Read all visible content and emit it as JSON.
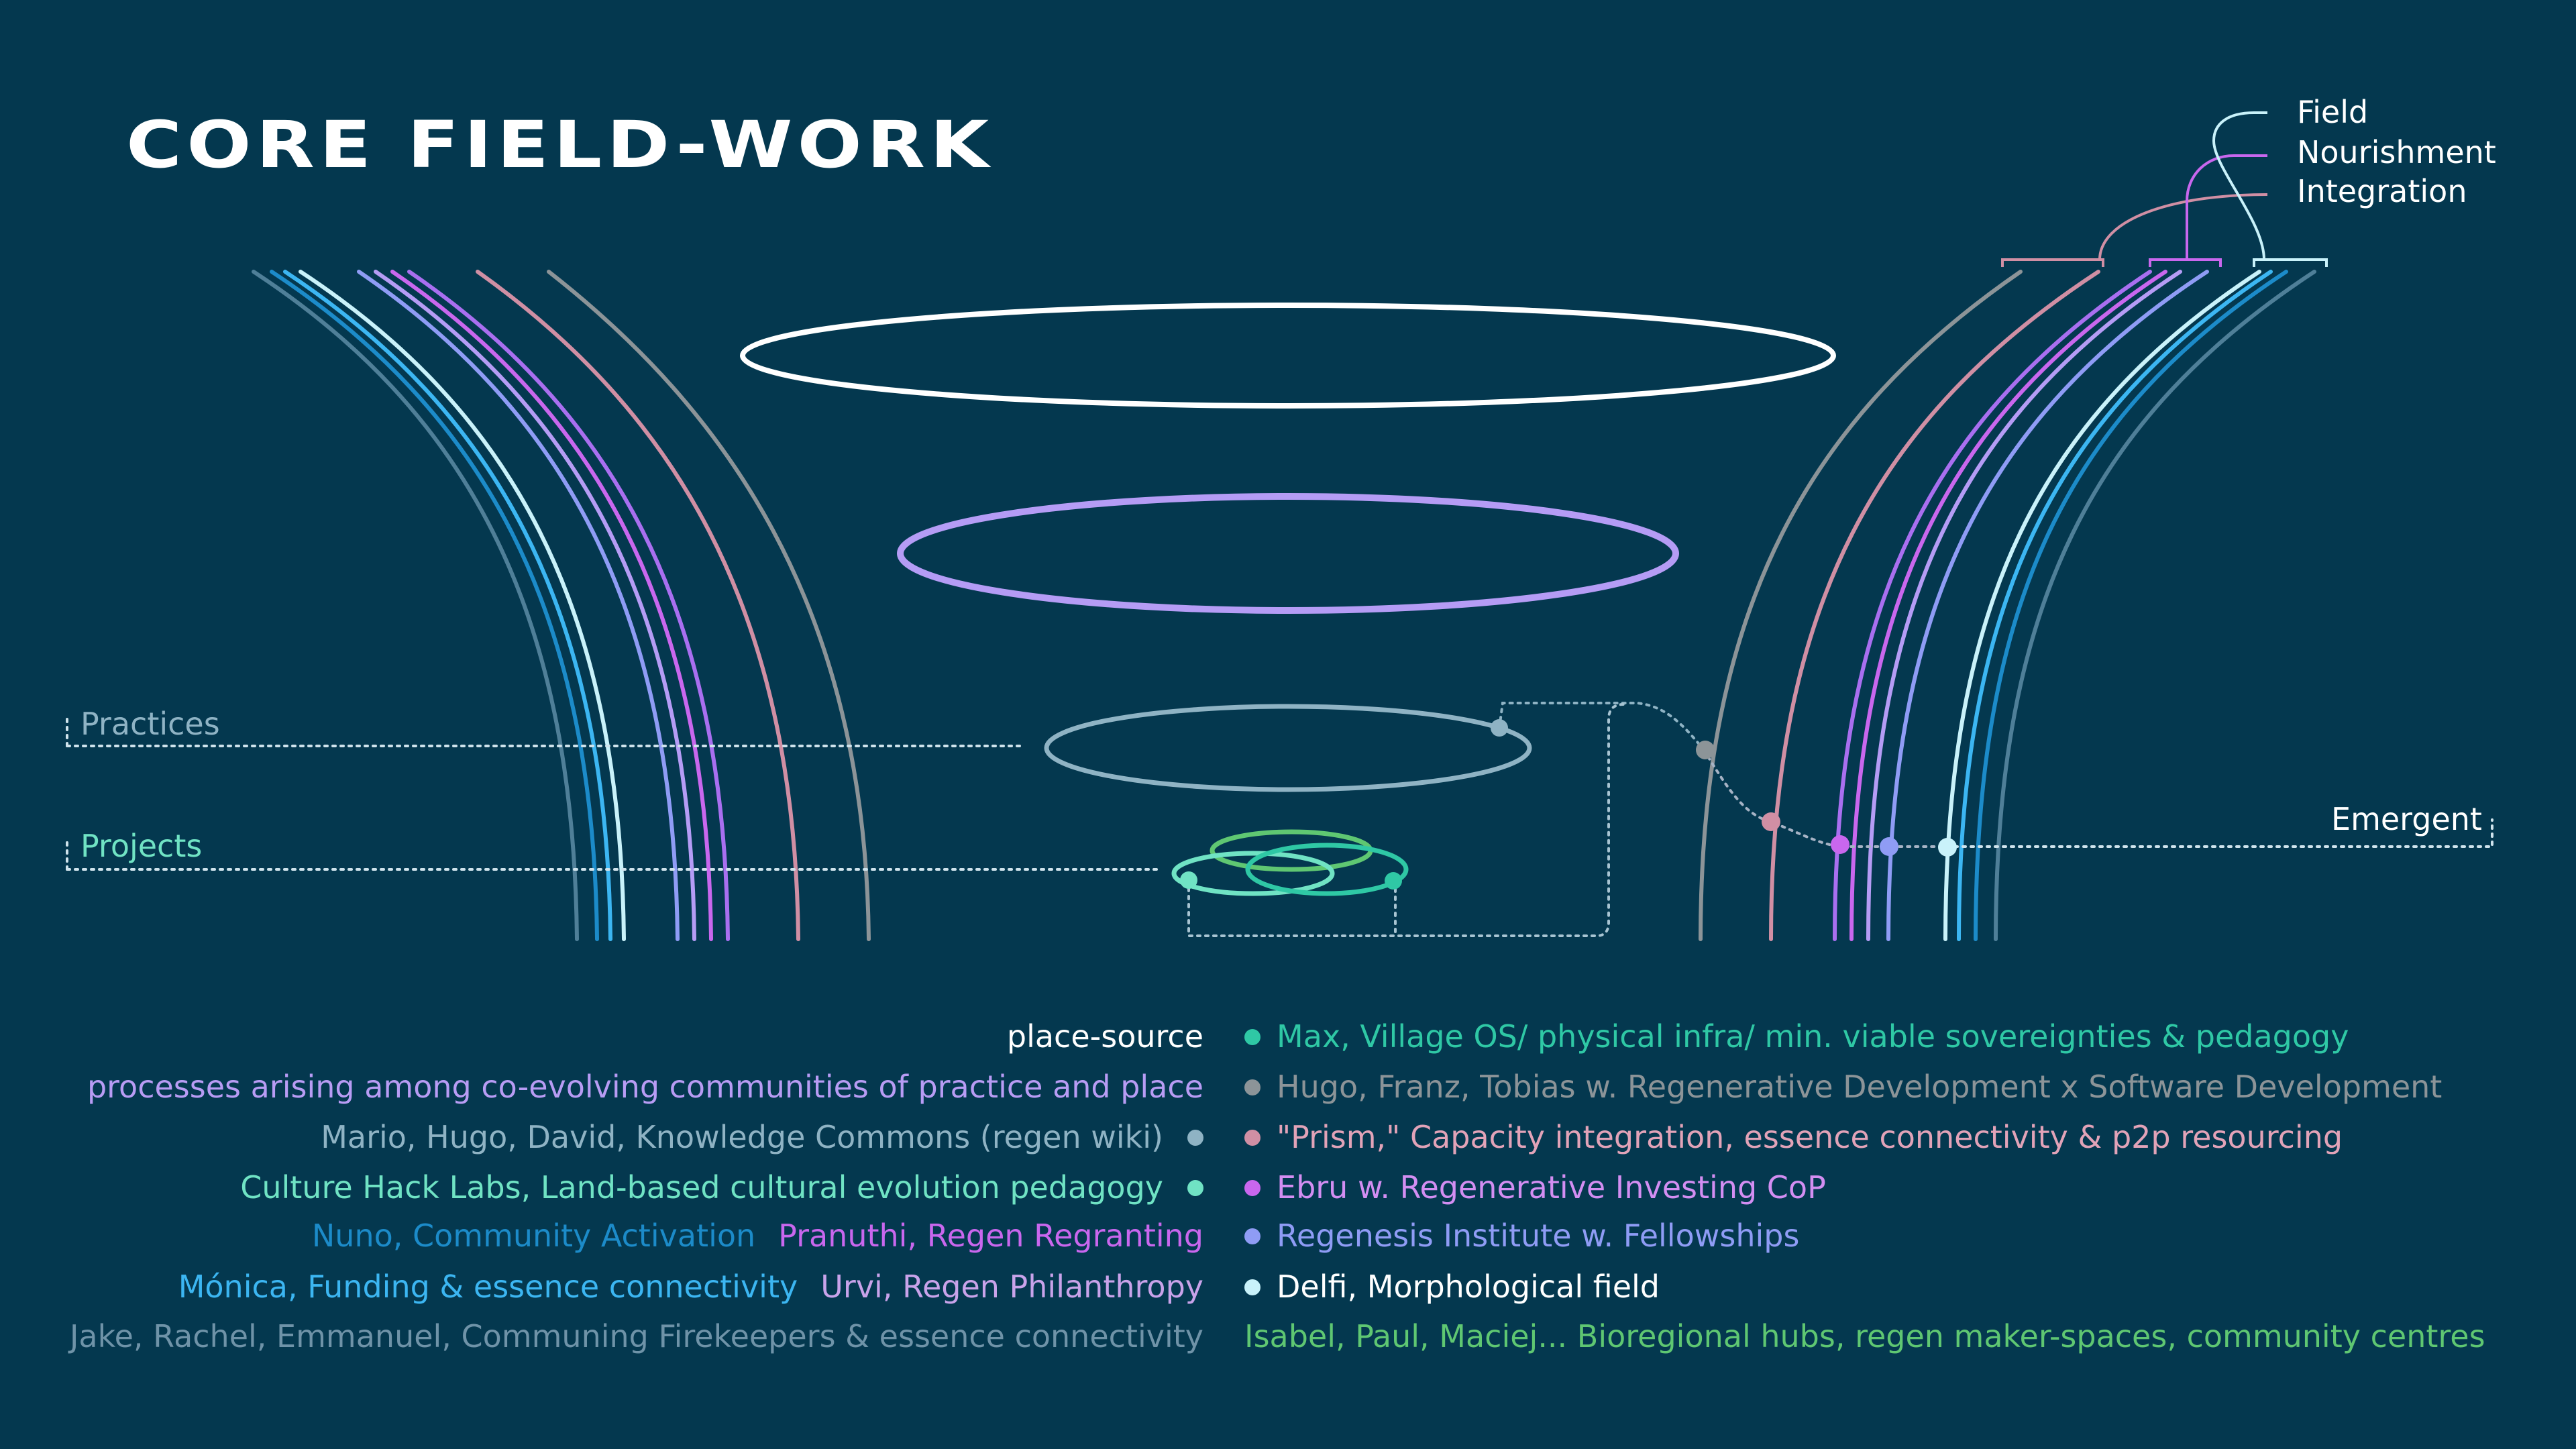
{
  "title": "CORE FIELD-WORK",
  "colors": {
    "background": "#04384f",
    "field_white": "#ffffff",
    "nourishment_purple": "#b59cf5",
    "practices_gray": "#8fb3c4",
    "projects_green": "#4cc48a",
    "teal": "#2fc8a5",
    "gray": "#8c9498",
    "rose": "#d08fa4",
    "magenta": "#c967ee",
    "periwinkle": "#8f9cf5",
    "ice": "#c9f2fa",
    "blue": "#1c8bc9",
    "sky": "#3cb6f2",
    "steel": "#6f93a8",
    "lavender": "#b89cf4",
    "mint": "#70e3c4",
    "green": "#5fc772"
  },
  "key": {
    "field": "Field",
    "nourishment": "Nourishment",
    "integration": "Integration"
  },
  "side_labels": {
    "practices": "Practices",
    "projects": "Projects",
    "emergent": "Emergent"
  },
  "legend_left": [
    {
      "segments": [
        {
          "text": "place-source",
          "color": "#ffffff"
        }
      ],
      "dot": null
    },
    {
      "segments": [
        {
          "text": "processes arising among co-evolving communities of practice and place",
          "color": "#b89cf4"
        }
      ],
      "dot": null
    },
    {
      "segments": [
        {
          "text": "Mario, Hugo, David, Knowledge Commons (regen wiki)",
          "color": "#8fb3c4"
        }
      ],
      "dot": "#8fb3c4"
    },
    {
      "segments": [
        {
          "text": "Culture Hack Labs, Land-based cultural evolution pedagogy",
          "color": "#70e3c4"
        }
      ],
      "dot": "#70e3c4"
    },
    {
      "segments": [
        {
          "text": "Nuno, Community Activation",
          "color": "#1c8bc9"
        },
        {
          "text": "Pranuthi, Regen Regranting",
          "color": "#c967ee"
        }
      ],
      "dot": null
    },
    {
      "segments": [
        {
          "text": "Mónica, Funding & essence connectivity",
          "color": "#3cb6f2"
        },
        {
          "text": "Urvi, Regen Philanthropy",
          "color": "#c9a3ea"
        }
      ],
      "dot": null
    },
    {
      "segments": [
        {
          "text": "Jake, Rachel, Emmanuel, Communing Firekeepers & essence connectivity",
          "color": "#6f93a8"
        }
      ],
      "dot": null
    }
  ],
  "legend_right": [
    {
      "text": "Max, Village OS/ physical infra/ min. viable sovereignties & pedagogy",
      "color": "#2fc8a5",
      "dot": "#2fc8a5"
    },
    {
      "text": "Hugo, Franz, Tobias w. Regenerative Development x Software Development",
      "color": "#8c9498",
      "dot": "#8c9498"
    },
    {
      "text": "\"Prism,\" Capacity integration, essence connectivity & p2p resourcing",
      "color": "#e2a3b8",
      "dot": "#d08fa4"
    },
    {
      "text": "Ebru w. Regenerative Investing CoP",
      "color": "#d38ef2",
      "dot": "#c967ee"
    },
    {
      "text": "Regenesis Institute w. Fellowships",
      "color": "#8f9cf5",
      "dot": "#8f9cf5"
    },
    {
      "text": "Delfi, Morphological field",
      "color": "#ffffff",
      "dot": "#c9f2fa"
    },
    {
      "text": "Isabel, Paul, Maciej... Bioregional hubs, regen maker-spaces, community centres",
      "color": "#5fc772",
      "dot": null
    }
  ]
}
